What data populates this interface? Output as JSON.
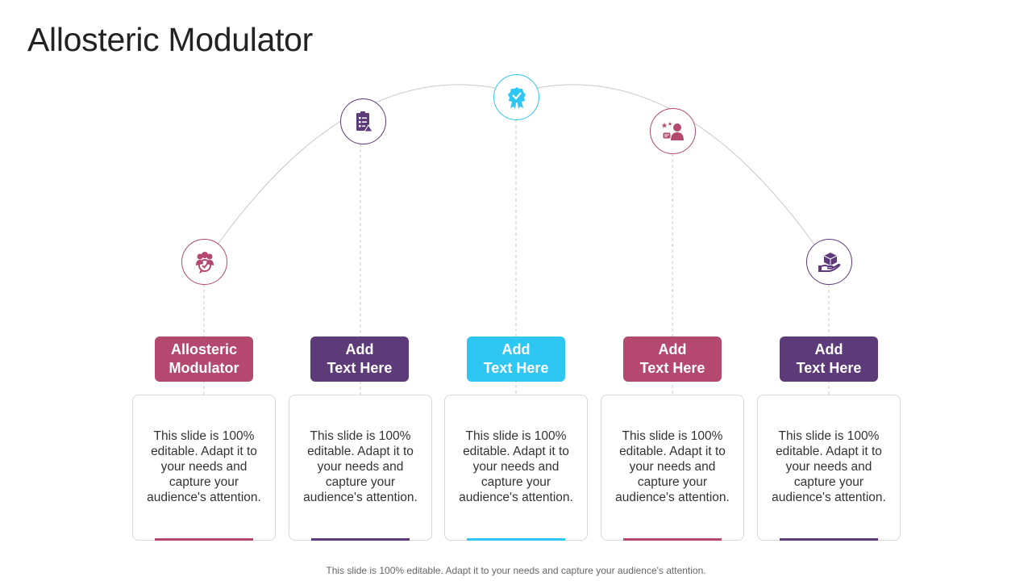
{
  "title": "Allosteric Modulator",
  "footer": "This slide is 100% editable. Adapt it to your needs and capture your audience's attention.",
  "colors": {
    "pink": "#b5486f",
    "purple": "#5d3a78",
    "cyan": "#2ec6f3",
    "arc": "#c8c8c8"
  },
  "items": [
    {
      "label_line1": "Allosteric",
      "label_line2": "Modulator",
      "color": "#b5486f",
      "icon": "people-group-icon",
      "desc": "This slide is 100% editable. Adapt it to your needs and capture your audience's attention."
    },
    {
      "label_line1": "Add",
      "label_line2": "Text Here",
      "color": "#5d3a78",
      "icon": "clipboard-checklist-icon",
      "desc": "This slide is 100% editable. Adapt it to your needs and capture your audience's attention."
    },
    {
      "label_line1": "Add",
      "label_line2": "Text Here",
      "color": "#2ec6f3",
      "icon": "award-badge-icon",
      "desc": "This slide is 100% editable. Adapt it to your needs and capture your audience's attention."
    },
    {
      "label_line1": "Add",
      "label_line2": "Text Here",
      "color": "#b5486f",
      "icon": "user-rating-icon",
      "desc": "This slide is 100% editable. Adapt it to your needs and capture your audience's attention."
    },
    {
      "label_line1": "Add",
      "label_line2": "Text Here",
      "color": "#5d3a78",
      "icon": "hand-box-icon",
      "desc": "This slide is 100% editable. Adapt it to your needs and capture your audience's attention."
    }
  ]
}
